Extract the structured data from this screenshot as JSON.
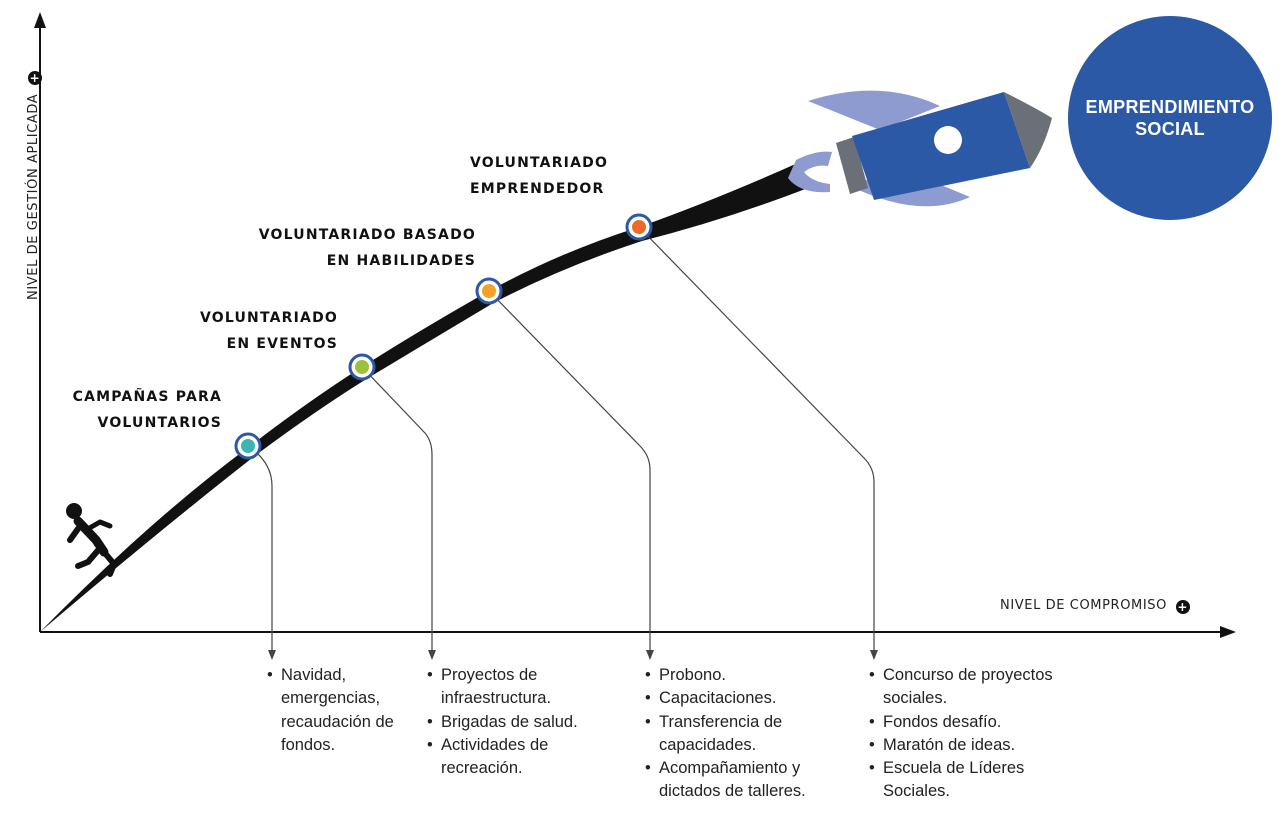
{
  "axes": {
    "y_label": "NIVEL DE GESTIÓN APLICADA",
    "x_label": "NIVEL DE COMPROMISO",
    "plus_symbol": "+"
  },
  "goal": {
    "line1": "EMPRENDIMIENTO",
    "line2": "SOCIAL",
    "color": "#2c59a6"
  },
  "stages": [
    {
      "line1": "CAMPAÑAS PARA",
      "line2": "VOLUNTARIOS",
      "dot_color": "#3db6b2",
      "activities": [
        "Navidad, emergencias, recaudación de fondos."
      ]
    },
    {
      "line1": "VOLUNTARIADO",
      "line2": "EN EVENTOS",
      "dot_color": "#9cc23b",
      "activities": [
        "Proyectos de infraestructura.",
        "Brigadas de salud.",
        "Actividades de recreación."
      ]
    },
    {
      "line1": "VOLUNTARIADO BASADO",
      "line2": "EN HABILIDADES",
      "dot_color": "#f2a22a",
      "activities": [
        "Probono.",
        "Capacitaciones.",
        "Transferencia de capacidades.",
        "Acompañamiento y dictados de talleres."
      ]
    },
    {
      "line1": "VOLUNTARIADO",
      "line2": "EMPRENDEDOR",
      "dot_color": "#ec6a2a",
      "activities": [
        "Concurso de proyectos sociales.",
        "Fondos desafío.",
        "Maratón de ideas.",
        "Escuela de Líderes Sociales."
      ]
    }
  ],
  "icons": {
    "climber": "climbing-person-icon",
    "rocket": "rocket-icon"
  },
  "colors": {
    "node_ring": "#2c59a6",
    "curve": "#111111",
    "rocket_body": "#2c59a6",
    "rocket_fins": "#8e9bd1",
    "rocket_tail": "#6b6f78"
  }
}
